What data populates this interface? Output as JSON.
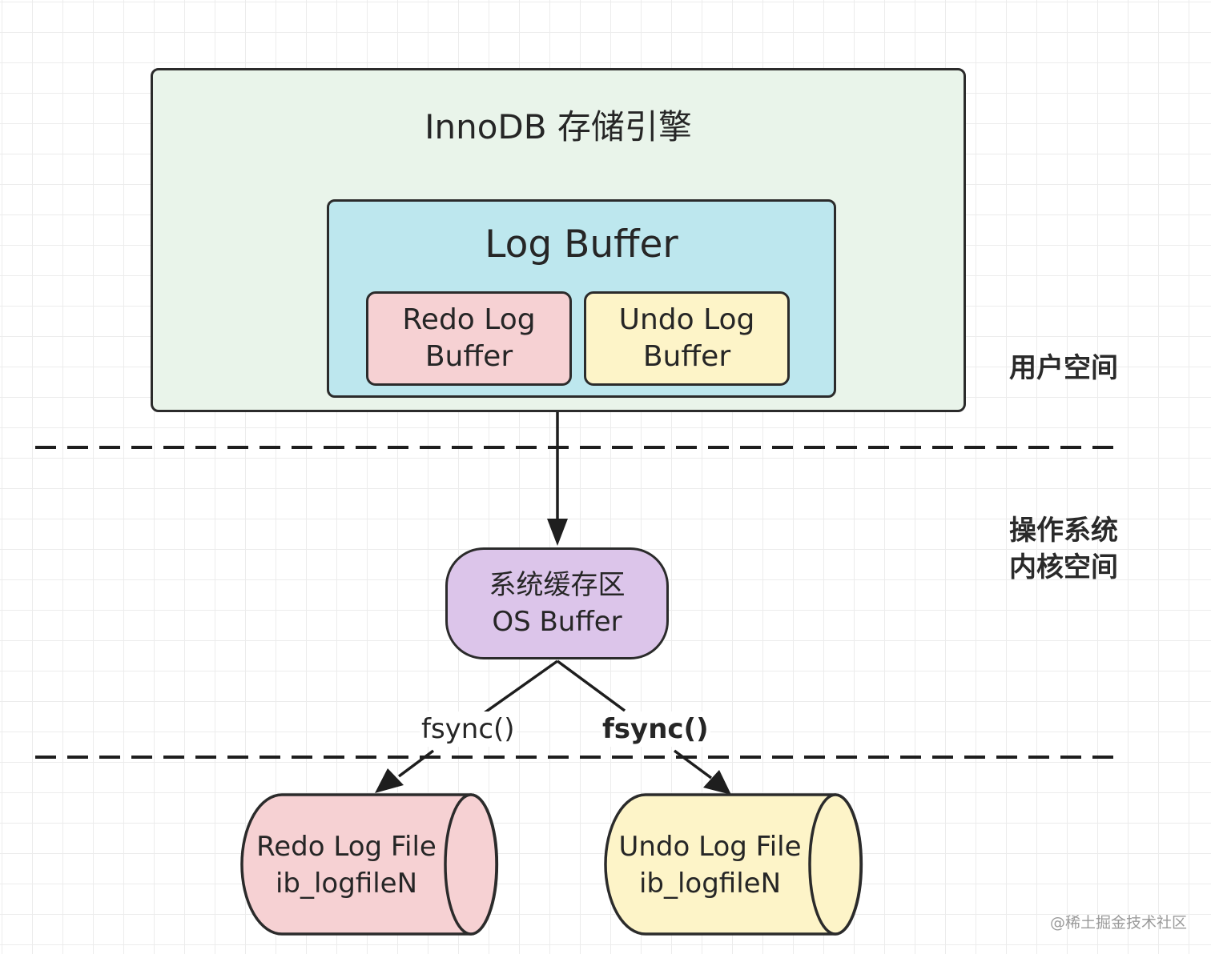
{
  "innodb": {
    "title": "InnoDB 存储引擎"
  },
  "log_buffer": {
    "title": "Log Buffer",
    "redo": {
      "line1": "Redo Log",
      "line2": "Buffer"
    },
    "undo": {
      "line1": "Undo Log",
      "line2": "Buffer"
    }
  },
  "os_buffer": {
    "line1": "系统缓存区",
    "line2": "OS Buffer"
  },
  "zones": {
    "user": "用户空间",
    "kernel_line1": "操作系统",
    "kernel_line2": "内核空间"
  },
  "edges": {
    "fsync_left": "fsync()",
    "fsync_right": "fsync()"
  },
  "files": {
    "redo": {
      "line1": "Redo Log File",
      "line2": "ib_logfileN"
    },
    "undo": {
      "line1": "Undo Log File",
      "line2": "ib_logfileN"
    }
  },
  "watermark": "@稀土掘金技术社区",
  "colors": {
    "innodb_fill": "#e9f4ea",
    "log_buffer_fill": "#bde7ee",
    "redo_fill": "#f6d1d3",
    "undo_fill": "#fdf4c8",
    "os_buffer_fill": "#dcc5ea",
    "outline": "#2b2b2b"
  }
}
